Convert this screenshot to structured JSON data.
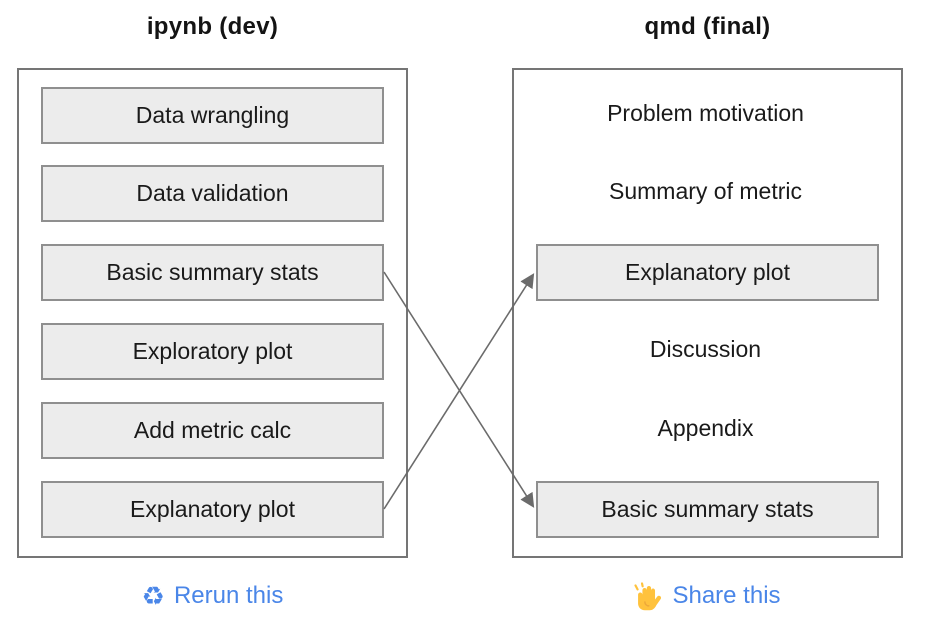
{
  "columns": [
    {
      "title": "ipynb (dev)",
      "rows": [
        {
          "label": "Data wrangling",
          "boxed": true
        },
        {
          "label": "Data validation",
          "boxed": true
        },
        {
          "label": "Basic summary stats",
          "boxed": true
        },
        {
          "label": "Exploratory plot",
          "boxed": true
        },
        {
          "label": "Add metric calc",
          "boxed": true
        },
        {
          "label": "Explanatory plot",
          "boxed": true
        }
      ],
      "caption": {
        "icon": "recycle-icon",
        "glyph": "♻",
        "label": "Rerun this"
      }
    },
    {
      "title": "qmd (final)",
      "rows": [
        {
          "label": "Problem motivation",
          "boxed": false
        },
        {
          "label": "Summary of metric",
          "boxed": false
        },
        {
          "label": "Explanatory plot",
          "boxed": true
        },
        {
          "label": "Discussion",
          "boxed": false
        },
        {
          "label": "Appendix",
          "boxed": false
        },
        {
          "label": "Basic summary stats",
          "boxed": true
        }
      ],
      "caption": {
        "icon": "hand-icon",
        "label": "Share this"
      }
    }
  ],
  "connections": [
    {
      "from": "ipynb: Basic summary stats",
      "to": "qmd: Basic summary stats"
    },
    {
      "from": "ipynb: Explanatory plot",
      "to": "qmd: Explanatory plot"
    }
  ],
  "colors": {
    "caption_blue": "#4a86e8",
    "box_fill": "#ececec",
    "box_border": "#8f8f8f",
    "outer_border": "#757575",
    "arrow_gray": "#6b6b6b",
    "hand_yellow": "#ffc23d",
    "text": "#1a1a1a"
  }
}
